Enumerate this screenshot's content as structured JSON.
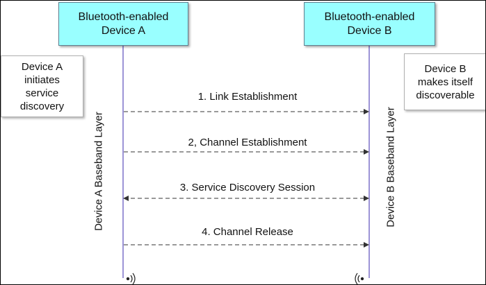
{
  "device_a": {
    "line1": "Bluetooth-enabled",
    "line2": "Device A"
  },
  "device_b": {
    "line1": "Bluetooth-enabled",
    "line2": "Device B"
  },
  "note_a": {
    "lines": [
      "Device A",
      "initiates",
      "service",
      "discovery"
    ]
  },
  "note_b": {
    "lines": [
      "Device B",
      "makes itself",
      "discoverable"
    ]
  },
  "layer_a_label": "Device A Baseband Layer",
  "layer_b_label": "Device B Baseband Layer",
  "messages": [
    {
      "label": "1. Link Establishment",
      "direction": "right"
    },
    {
      "label": "2, Channel Establishment",
      "direction": "right"
    },
    {
      "label": "3. Service Discovery Session",
      "direction": "both"
    },
    {
      "label": "4. Channel Release",
      "direction": "right"
    }
  ],
  "colors": {
    "device_box": "#99ffff",
    "lifeline": "#7b70c8",
    "arrow": "#333333"
  },
  "icons": {
    "device_a": "wireless-signal-right-icon",
    "device_b": "wireless-signal-left-icon"
  }
}
